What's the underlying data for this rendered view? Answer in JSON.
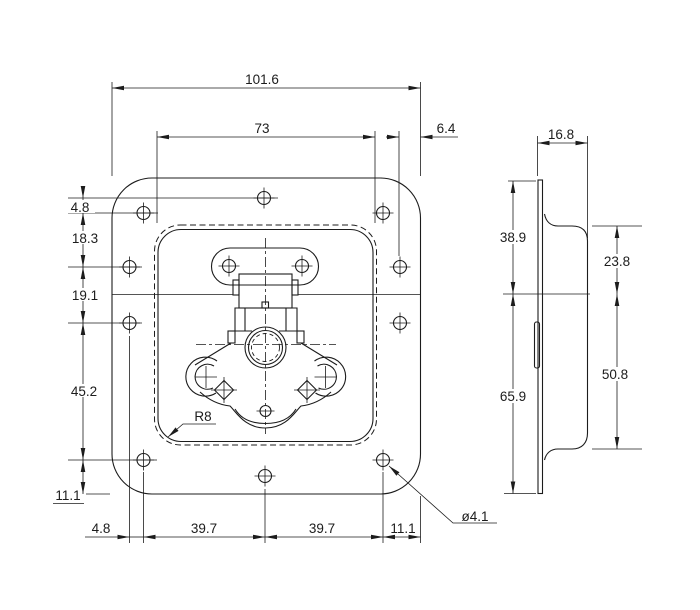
{
  "drawing": {
    "title": "recessed-latch-technical-drawing",
    "front_view": {
      "overall_width": "101.6",
      "recess_width": "73",
      "hole_edge_offset": "6.4",
      "row_center_to_corner": "4.8",
      "row_spacing_upper": "18.3",
      "row_spacing_mid": "19.1",
      "row_spacing_lower": "45.2",
      "edge_margin_left": "11.1",
      "col_offset": "4.8",
      "col_spacing_left": "39.7",
      "col_spacing_right": "39.7",
      "edge_margin_bottom": "11.1",
      "corner_radius": "R8",
      "hole_diameter": "ø4.1"
    },
    "side_view": {
      "depth": "16.8",
      "upper_height": "38.9",
      "recess_upper": "23.8",
      "lower_height": "65.9",
      "recess_lower": "50.8"
    }
  }
}
